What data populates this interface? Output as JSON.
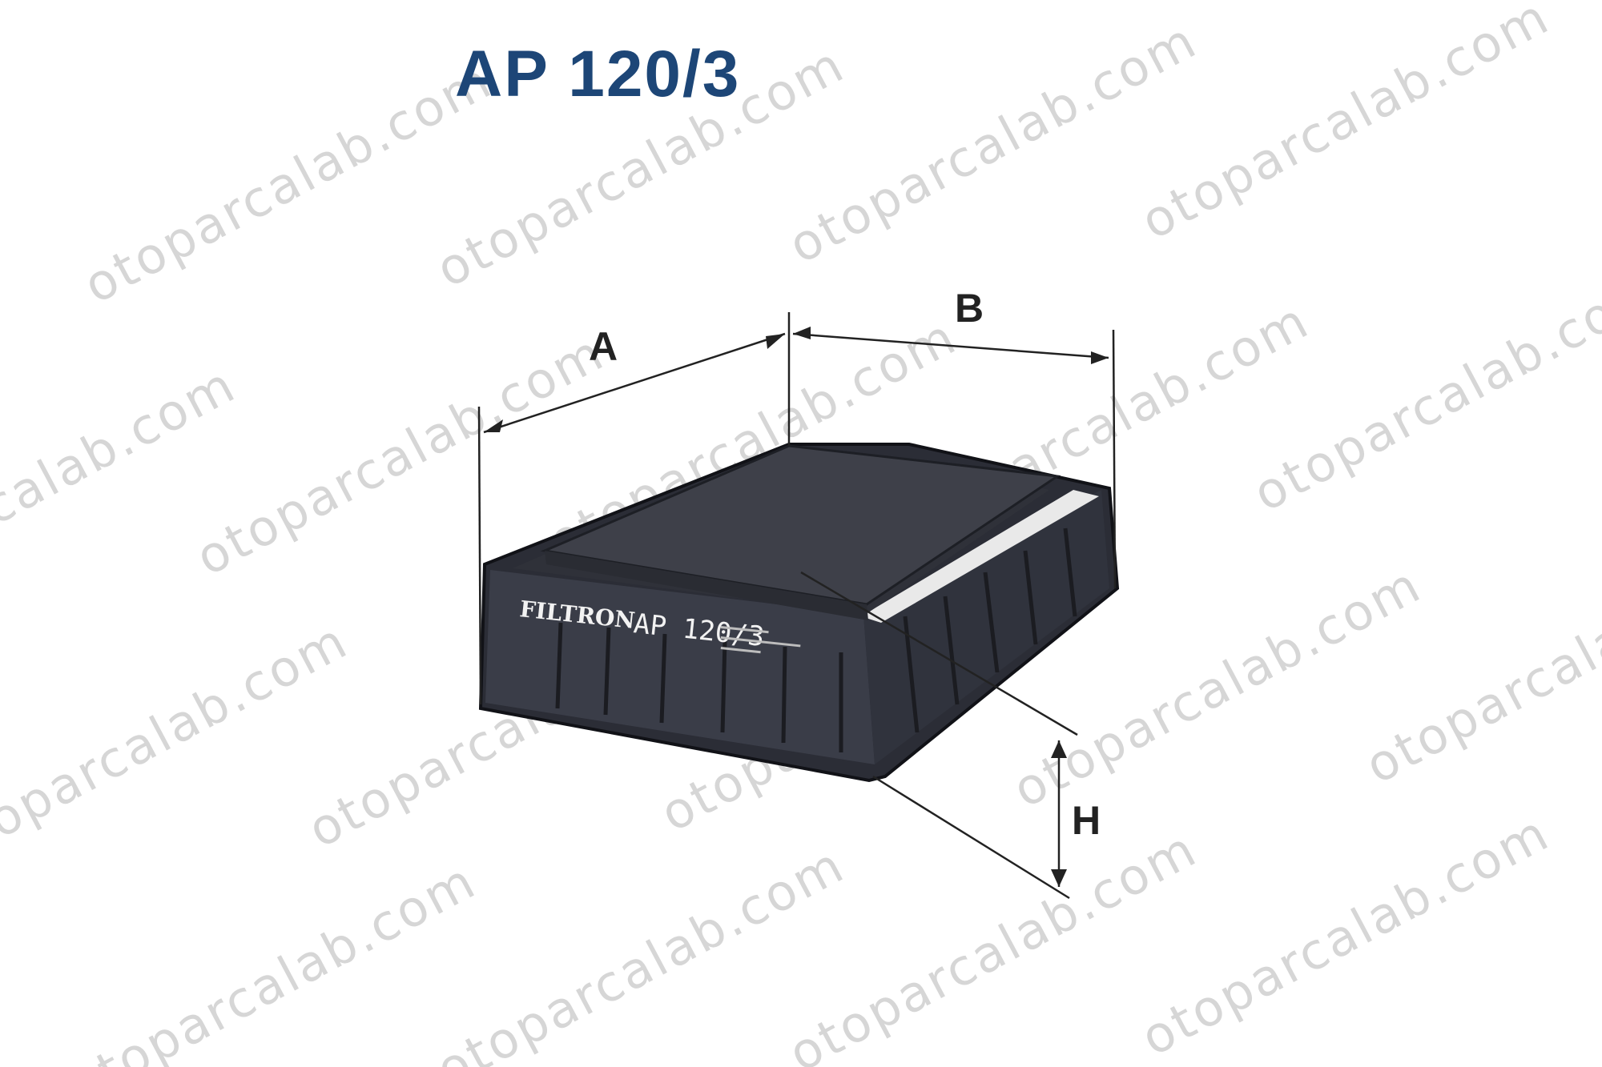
{
  "product": {
    "code": "AP 120/3",
    "brand_marking": "FILTRON",
    "part_marking": "AP 120/3"
  },
  "dimensions": {
    "a_label": "A",
    "b_label": "B",
    "h_label": "H"
  },
  "watermark": {
    "text": "otoparcalab.com"
  },
  "colors": {
    "title": "#1d4677",
    "body": "#2a2c34",
    "lines": "#222222",
    "watermark": "#d6d6d6"
  }
}
